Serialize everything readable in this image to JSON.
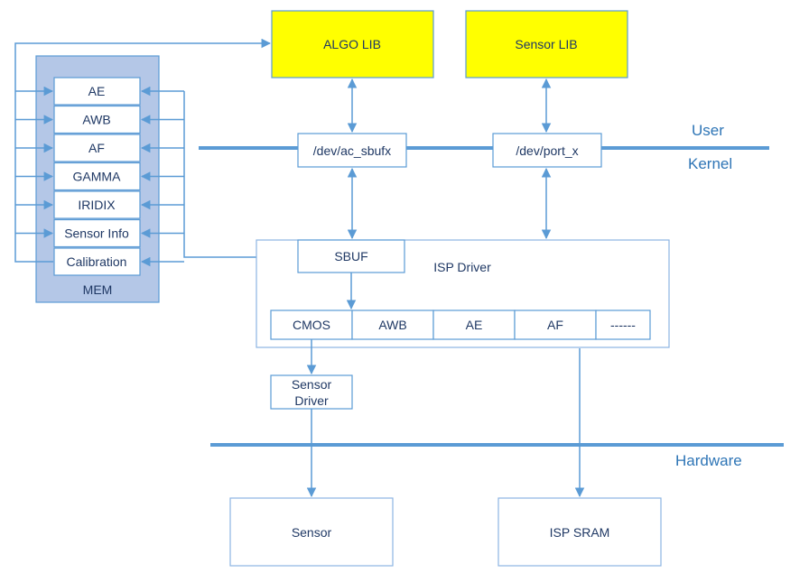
{
  "layers": {
    "user": "User",
    "kernel": "Kernel",
    "hardware": "Hardware"
  },
  "libs": {
    "algo": "ALGO LIB",
    "sensor": "Sensor LIB"
  },
  "devices": {
    "ac_sbuf": "/dev/ac_sbufx",
    "port": "/dev/port_x"
  },
  "mem": {
    "label": "MEM",
    "items": [
      "AE",
      "AWB",
      "AF",
      "GAMMA",
      "IRIDIX",
      "Sensor Info",
      "Calibration"
    ]
  },
  "isp_driver": {
    "label": "ISP Driver",
    "sbuf": "SBUF",
    "modules": [
      "CMOS",
      "AWB",
      "AE",
      "AF",
      "------"
    ]
  },
  "sensor_driver": {
    "line1": "Sensor",
    "line2": "Driver"
  },
  "hardware_blocks": {
    "sensor": "Sensor",
    "isp_sram": "ISP SRAM"
  },
  "colors": {
    "line": "#5b9bd5",
    "lib_fill": "#ffff00",
    "mem_fill": "#b4c7e7",
    "text": "#1f3864"
  }
}
